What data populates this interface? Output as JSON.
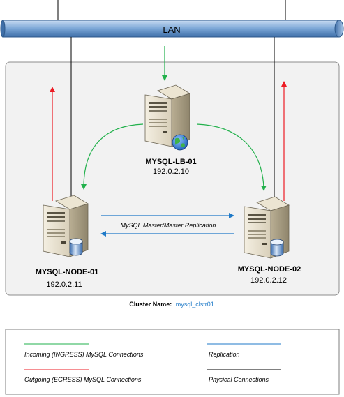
{
  "lan": {
    "label": "LAN"
  },
  "cluster": {
    "name_label": "Cluster Name:",
    "name_value": "mysql_clstr01"
  },
  "nodes": {
    "lb": {
      "name": "MYSQL-LB-01",
      "ip": "192.0.2.10"
    },
    "node1": {
      "name": "MYSQL-NODE-01",
      "ip": "192.0.2.11"
    },
    "node2": {
      "name": "MYSQL-NODE-02",
      "ip": "192.0.2.12"
    }
  },
  "replication_label": "MySQL Master/Master Replication",
  "legend": {
    "incoming": "Incoming (INGRESS) MySQL Connections",
    "outgoing": "Outgoing (EGRESS) MySQL Connections",
    "replication": "Replication",
    "physical": "Physical Connections"
  },
  "colors": {
    "incoming": "#22b14c",
    "outgoing": "#ed1c24",
    "replication": "#1f7ac8",
    "physical": "#000000",
    "lan_fill": "#7aa6d6",
    "cluster_value": "#1f7ac8"
  },
  "icons": {
    "lb": [
      "server-icon",
      "globe-icon"
    ],
    "node1": [
      "server-icon",
      "database-icon"
    ],
    "node2": [
      "server-icon",
      "database-icon"
    ]
  }
}
